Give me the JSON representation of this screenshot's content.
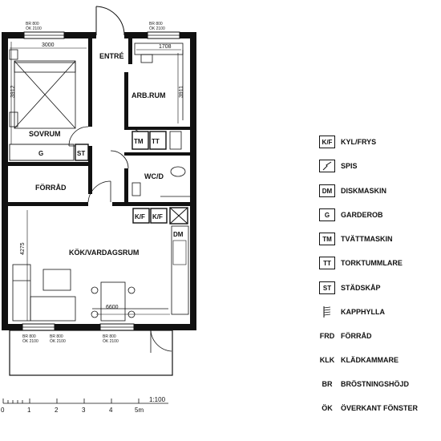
{
  "rooms": {
    "entre": "ENTRÉ",
    "arbrum": "ARB.RUM",
    "sovrum": "SOVRUM",
    "forrad": "FÖRRÅD",
    "wcd": "WC/D",
    "kok": "KÖK/VARDAGSRUM"
  },
  "fixtures": {
    "g": "G",
    "st": "ST",
    "tm": "TM",
    "tt": "TT",
    "kf1": "K/F",
    "kf2": "K/F",
    "dm": "DM"
  },
  "dimensions": {
    "d3000": "3000",
    "d1708": "1708",
    "d3912": "3912",
    "d3911": "3911",
    "d4275": "4275",
    "d6600": "6600"
  },
  "window_labels": {
    "br": "BR 800",
    "ok": "ÖK 2100"
  },
  "scale": {
    "ticks": [
      "0",
      "1",
      "2",
      "3",
      "4",
      "5m"
    ],
    "ratio": "1:100"
  },
  "legend": [
    {
      "symbol": "K/F",
      "text": "KYL/FRYS",
      "framed": true
    },
    {
      "symbol": "spis-icon",
      "text": "SPIS",
      "framed": true
    },
    {
      "symbol": "DM",
      "text": "DISKMASKIN",
      "framed": true
    },
    {
      "symbol": "G",
      "text": "GARDEROB",
      "framed": true
    },
    {
      "symbol": "TM",
      "text": "TVÄTTMASKIN",
      "framed": true
    },
    {
      "symbol": "TT",
      "text": "TORKTUMMLARE",
      "framed": true
    },
    {
      "symbol": "ST",
      "text": "STÄDSKÅP",
      "framed": true
    },
    {
      "symbol": "kapphylla-icon",
      "text": "KAPPHYLLA",
      "framed": false
    },
    {
      "symbol": "FRD",
      "text": "FÖRRÅD",
      "framed": false
    },
    {
      "symbol": "KLK",
      "text": "KLÄDKAMMARE",
      "framed": false
    },
    {
      "symbol": "BR",
      "text": "BRÖSTNINGSHÖJD",
      "framed": false
    },
    {
      "symbol": "ÖK",
      "text": "ÖVERKANT FÖNSTER",
      "framed": false
    }
  ]
}
